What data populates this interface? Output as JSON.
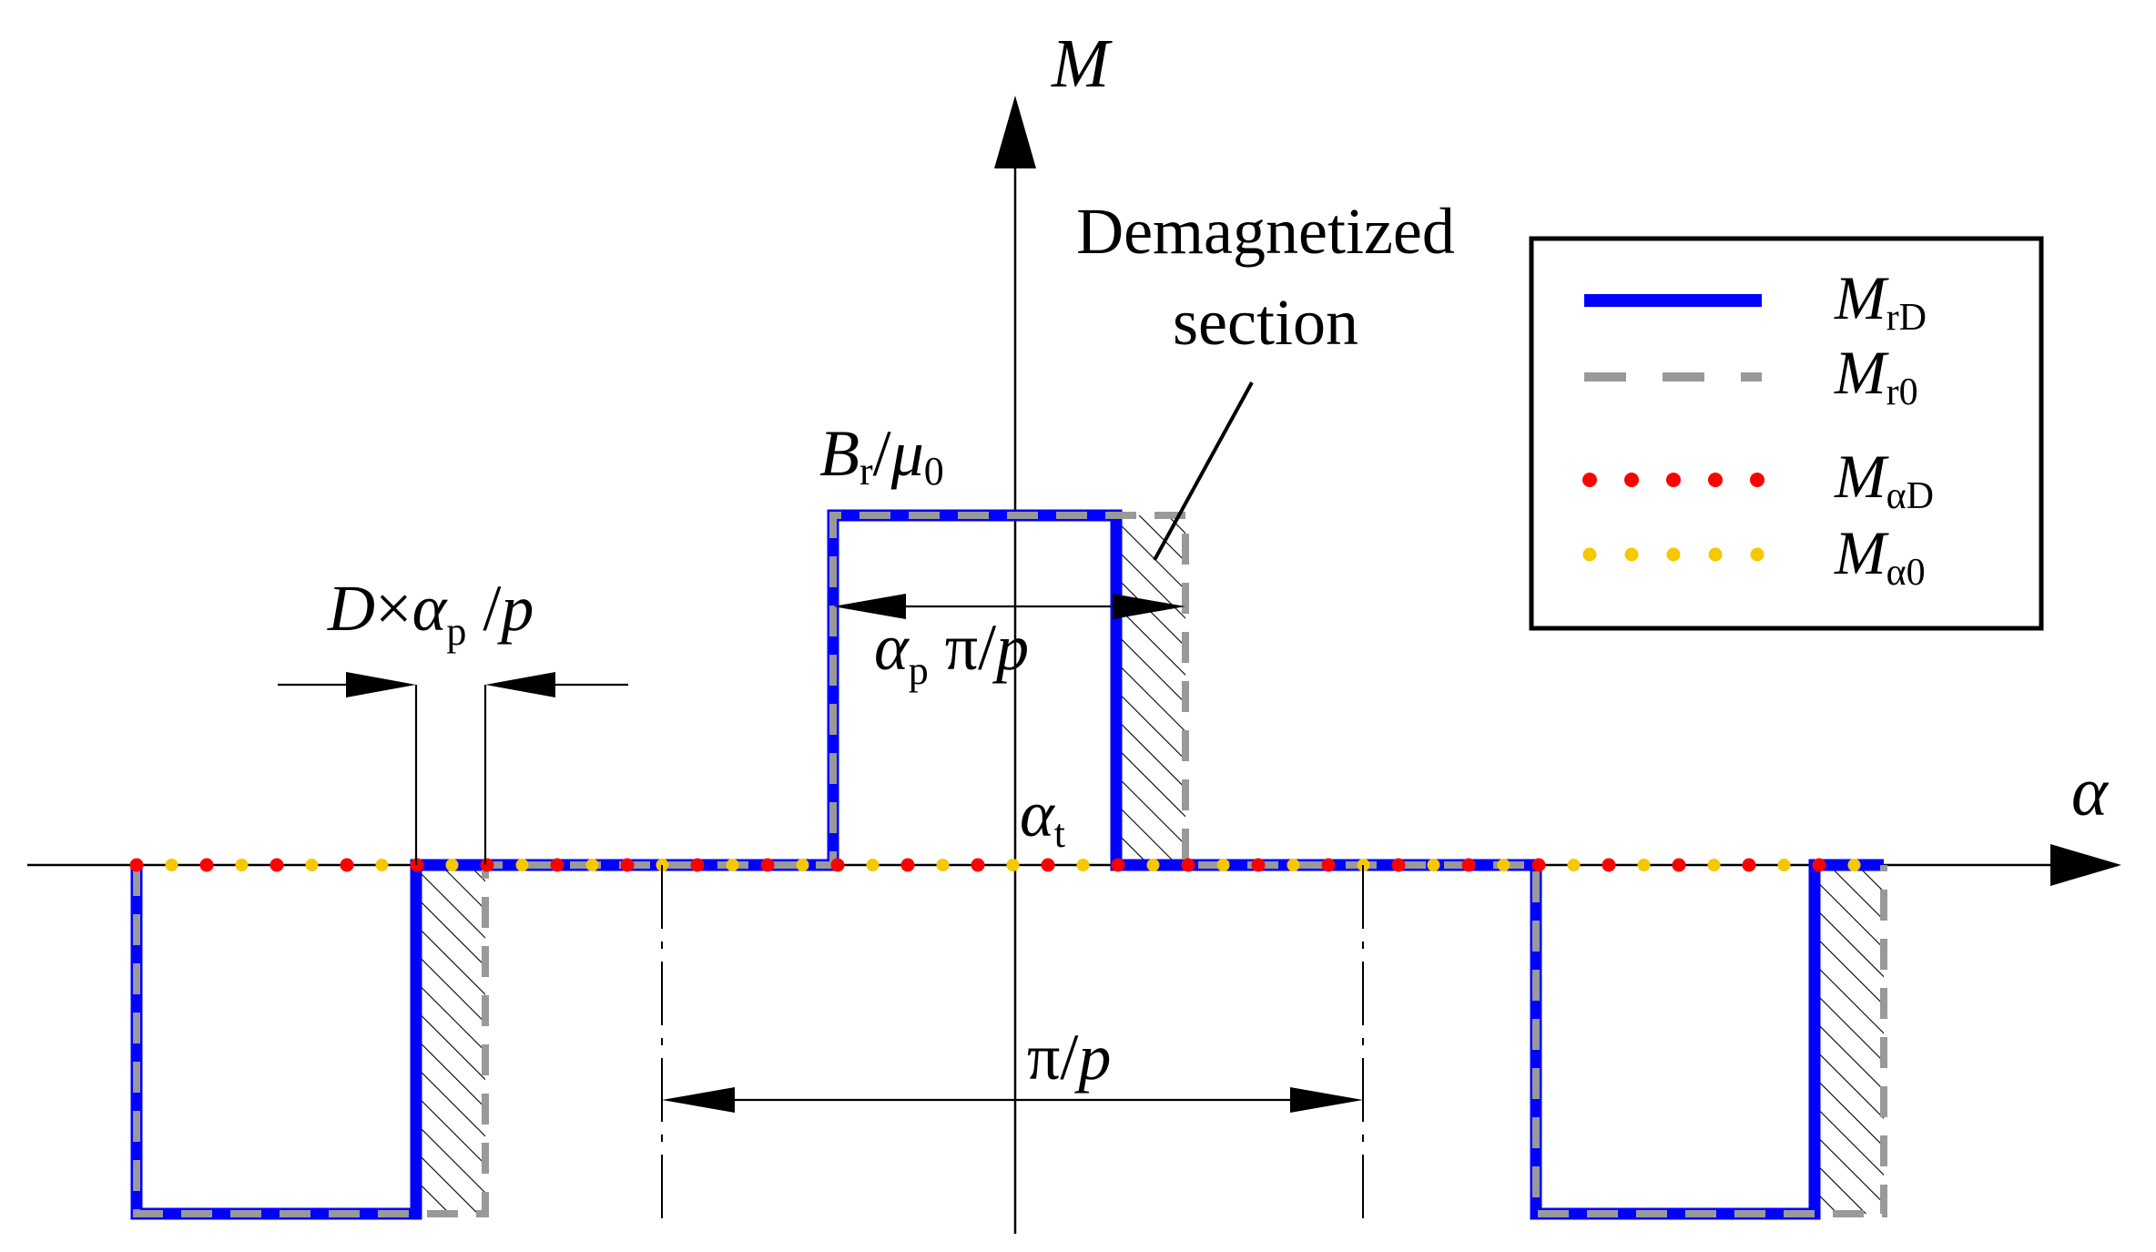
{
  "axes": {
    "y_label": "M",
    "x_label": "α"
  },
  "annotations": {
    "demag_line1": "Demagnetized",
    "demag_line2": "section",
    "br_main": "B",
    "br_sub": "r",
    "br_slash": "/",
    "br_mu": "μ",
    "br_mu_sub": "0",
    "dap_D": "D",
    "dap_times": "×",
    "dap_alpha": "α",
    "dap_sub": "p",
    "dap_slash": " /",
    "dap_p": "p",
    "ap_alpha": "α",
    "ap_sub": "p",
    "ap_pi": " π/",
    "ap_p": "p",
    "at_alpha": "α",
    "at_sub": "t",
    "pi_pi": "π/",
    "pi_p": "p"
  },
  "legend": {
    "items": [
      {
        "symbol": "M",
        "sub": "rD",
        "style": "solid",
        "color": "#0000ff"
      },
      {
        "symbol": "M",
        "sub": "r0",
        "style": "dashed",
        "color": "#999999"
      },
      {
        "symbol": "M",
        "sub": "αD",
        "style": "dotted",
        "color": "#ff0000"
      },
      {
        "symbol": "M",
        "sub": "α0",
        "style": "dotted",
        "color": "#f5c800"
      }
    ]
  },
  "colors": {
    "blue": "#0000ff",
    "gray": "#999999",
    "red": "#ff0000",
    "yellow": "#f5c800",
    "black": "#000000"
  }
}
